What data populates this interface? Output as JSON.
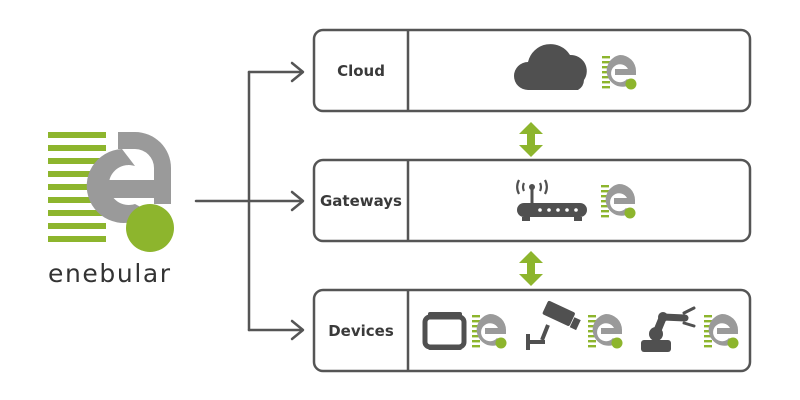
{
  "brand": {
    "name": "enebular",
    "logo_icon": "enebular-e-icon"
  },
  "tiers": [
    {
      "label": "Cloud",
      "icons": [
        "cloud-icon",
        "enebular-e-icon"
      ]
    },
    {
      "label": "Gateways",
      "icons": [
        "router-icon",
        "enebular-e-icon"
      ]
    },
    {
      "label": "Devices",
      "icons": [
        "smartwatch-icon",
        "enebular-e-icon",
        "security-camera-icon",
        "enebular-e-icon",
        "robot-arm-icon",
        "enebular-e-icon"
      ]
    }
  ],
  "connectors": [
    "arrow-right-icon",
    "double-arrow-vertical-icon"
  ],
  "colors": {
    "brand_green": "#8db52d",
    "brand_gray": "#9a9a9a",
    "outline": "#555555",
    "icon_dark": "#505050",
    "text": "#333333"
  }
}
